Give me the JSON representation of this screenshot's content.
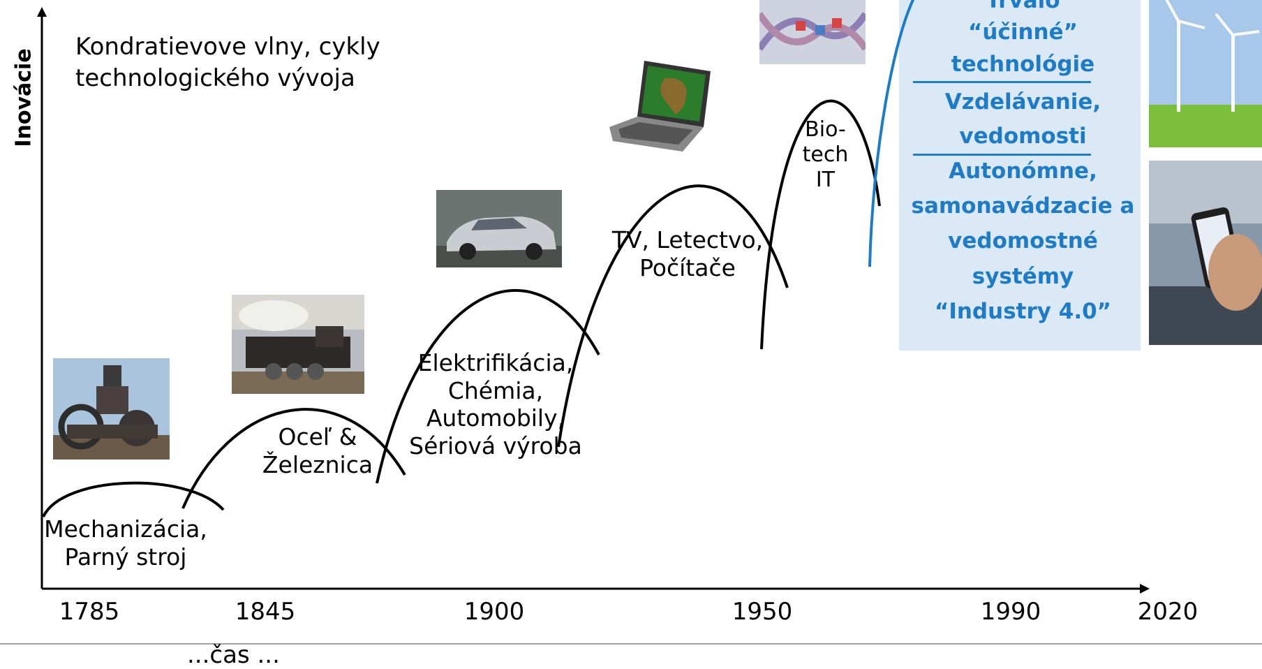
{
  "title_line1": "Kondratievove vlny, cykly",
  "title_line2": "technologického vývoja",
  "y_axis_label": "Inovácie",
  "x_axis_label": "...čas ...",
  "years": [
    "1785",
    "1845",
    "1900",
    "1950",
    "1990",
    "2020"
  ],
  "waves": [
    {
      "line1": "Mechanizácia,",
      "line2": "Parný stroj"
    },
    {
      "line1": "Oceľ &",
      "line2": "Železnica"
    },
    {
      "line1": "Elektrifikácia,",
      "line2": "Chémia,",
      "line3": "Automobily,",
      "line4": "Sériová výroba"
    },
    {
      "line1": "TV, Letectvo,",
      "line2": "Počítače"
    },
    {
      "line1": "Bio-",
      "line2": "tech",
      "line3": "IT"
    }
  ],
  "future": {
    "line1": "Trvalo",
    "line2": "“účinné”",
    "line3": "technológie",
    "line4": "Vzdelávanie,",
    "line5": "vedomosti",
    "line6": "Autonómne,",
    "line7": "samonavádzacie a",
    "line8": "vedomostné",
    "line9": "systémy",
    "line10": "“Industry 4.0”"
  },
  "colors": {
    "accent": "#1f7cc4",
    "future_box": "#dbe9f6",
    "axis": "#000000"
  },
  "images": [
    "steam-engine-photo",
    "locomotive-photo",
    "car-photo",
    "laptop-photo",
    "dna-photo",
    "wind-turbines-photo",
    "smartphone-photo"
  ]
}
